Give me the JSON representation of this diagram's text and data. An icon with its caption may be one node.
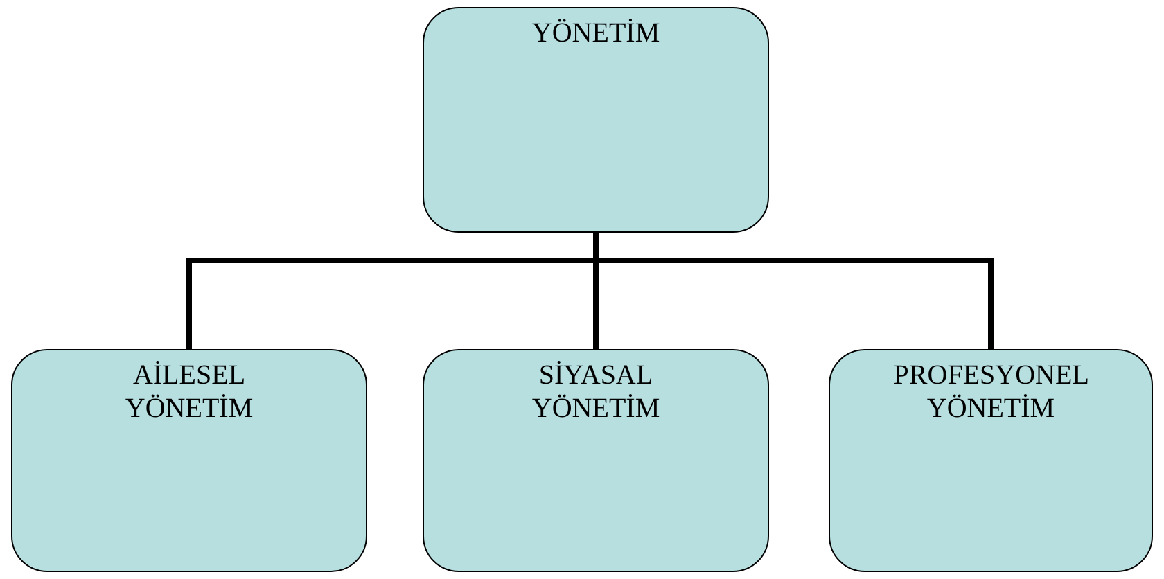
{
  "diagram": {
    "nodes": [
      {
        "text": [
          "YÖNETİM"
        ]
      },
      {
        "text": [
          "AİLESEL YÖNETİM"
        ]
      },
      {
        "text": [
          "SİYASAL YÖNETİM"
        ]
      },
      {
        "text": [
          "PROFESYONEL YÖNETİM"
        ]
      }
    ],
    "edges": [
      {
        "from": 0,
        "to": 1,
        "arrow": "none"
      },
      {
        "from": 0,
        "to": 2,
        "arrow": "none"
      },
      {
        "from": 0,
        "to": 3,
        "arrow": "none"
      }
    ]
  }
}
